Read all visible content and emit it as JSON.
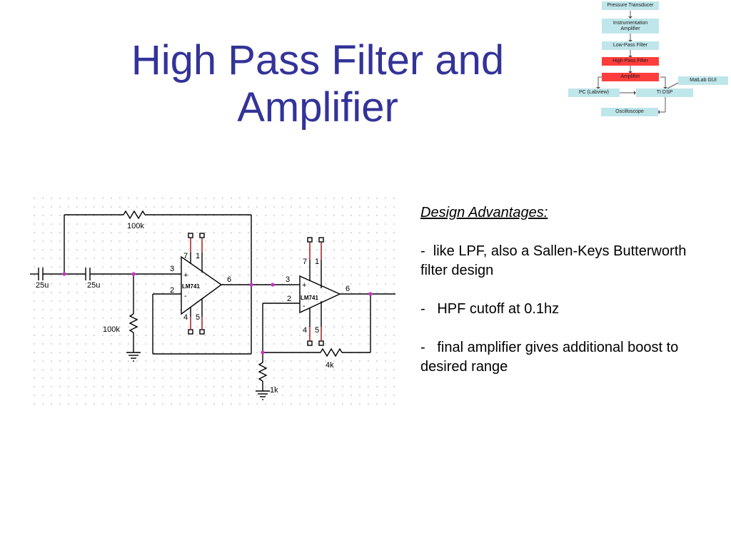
{
  "title": {
    "line1": "High Pass Filter and",
    "line2": "Amplifier"
  },
  "flowchart": {
    "pressure_transducer": "Pressure Transducer",
    "instrumentation_line1": "Instrumentation",
    "instrumentation_line2": "Amplifier",
    "low_pass": "Low-Pass Filter",
    "high_pass": "High-Pass Filter",
    "amplifier": "Amplifier",
    "matlab": "MatLab GUI",
    "pc": "PC (Labview)",
    "dsp": "TI DSP",
    "oscilloscope": "Oscilloscope",
    "colors": {
      "box": "#bfe6ea",
      "highlight": "#ff3d3d"
    }
  },
  "schematic": {
    "r_feedback": "100k",
    "c1": "25u",
    "c2": "25u",
    "r_ground": "100k",
    "opamp1": "LM741",
    "opamp2": "LM741",
    "r_gain": "4k",
    "r_bottom": "1k",
    "pin3a": "3",
    "pin2a": "2",
    "pin6a": "6",
    "pin7a": "7",
    "pin1a": "1",
    "pin4a": "4",
    "pin5a": "5",
    "pin3b": "3",
    "pin2b": "2",
    "pin6b": "6",
    "pin7b": "7",
    "pin1b": "1",
    "pin4b": "4",
    "pin5b": "5",
    "plus_a": "+",
    "minus_a": "-",
    "plus_b": "+",
    "minus_b": "-",
    "colors": {
      "wire": "#000000",
      "node": "#cc33cc",
      "grid": "#d8d8d8"
    }
  },
  "panel": {
    "heading": "Design Advantages:",
    "bullet1": "-  like LPF, also a Sallen-Keys Butterworth filter design",
    "bullet2": "-   HPF cutoff at 0.1hz",
    "bullet3": "-   final amplifier gives additional boost to desired range"
  },
  "colors": {
    "title": "#333399"
  }
}
